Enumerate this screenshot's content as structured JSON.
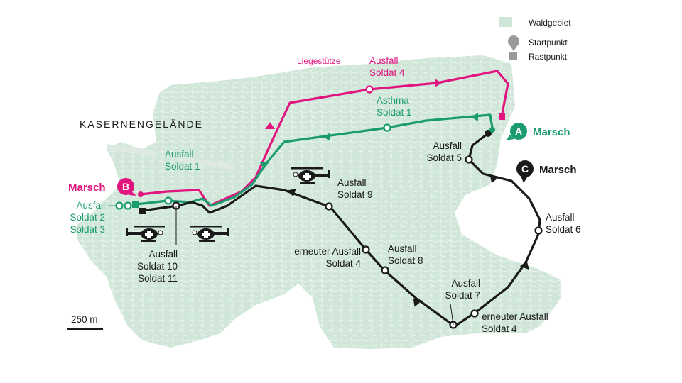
{
  "legend": {
    "forest": "Waldgebiet",
    "start": "Startpunkt",
    "rest": "Rastpunkt"
  },
  "area_label": "KASERNENGELÄNDE",
  "scale": "250 m",
  "routes": {
    "A": {
      "letter": "A",
      "label": "Marsch",
      "color": "#1a9c6e"
    },
    "B": {
      "letter": "B",
      "label": "Marsch",
      "color": "#e0157f"
    },
    "C": {
      "letter": "C",
      "label": "Marsch",
      "color": "#1a1a1a"
    }
  },
  "labels": {
    "liegestuetze": "Liegestütze",
    "pink_ausfall4_l1": "Ausfall",
    "pink_ausfall4_l2": "Soldat 4",
    "asthma_l1": "Asthma",
    "asthma_l2": "Soldat 1",
    "green_ausfall1_l1": "Ausfall",
    "green_ausfall1_l2": "Soldat 1",
    "green_ausfall23_l1": "Ausfall",
    "green_ausfall23_l2": "Soldat 2",
    "green_ausfall23_l3": "Soldat 3",
    "black_ausfall5_l1": "Ausfall",
    "black_ausfall5_l2": "Soldat 5",
    "black_ausfall6_l1": "Ausfall",
    "black_ausfall6_l2": "Soldat 6",
    "black_ausfall7_l1": "Ausfall",
    "black_ausfall7_l2": "Soldat 7",
    "black_erneut_r_l1": "erneuter Ausfall",
    "black_erneut_r_l2": "Soldat 4",
    "black_ausfall8_l1": "Ausfall",
    "black_ausfall8_l2": "Soldat 8",
    "black_erneut_l_l1": "erneuter Ausfall",
    "black_erneut_l_l2": "Soldat 4",
    "black_ausfall9_l1": "Ausfall",
    "black_ausfall9_l2": "Soldat 9",
    "black_ausfall1011_l1": "Ausfall",
    "black_ausfall1011_l2": "Soldat 10",
    "black_ausfall1011_l3": "Soldat 11"
  },
  "icons": [
    "helicopter-icon",
    "helicopter-icon",
    "helicopter-icon",
    "forest-swatch-icon",
    "start-pin-icon",
    "rest-square-icon"
  ]
}
